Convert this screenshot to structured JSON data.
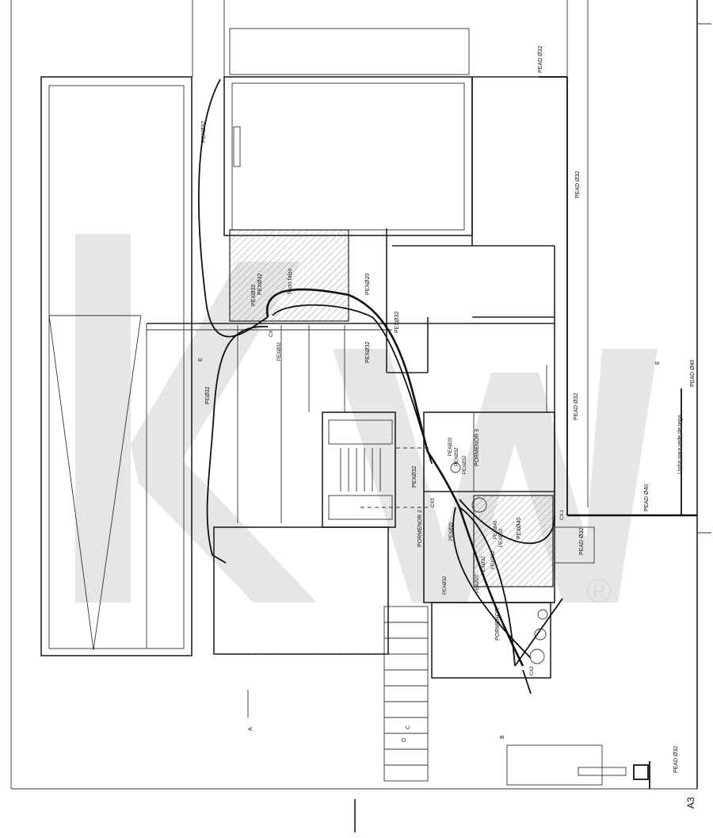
{
  "sheet": {
    "size_label": "A3"
  },
  "watermark": {
    "letters": "KW",
    "registered_mark": "®",
    "color": "#e6e6e6"
  },
  "section_markers": {
    "a": "A",
    "b": "B",
    "c": "C",
    "d": "D",
    "e_left": "E",
    "e_right": "E"
  },
  "pipe_labels": {
    "pead32_top": "PEAD Ø32",
    "pead32_right": "PEAD Ø32",
    "pead32_mid": "PEAD Ø32",
    "pead40_right": "PEAD Ø40",
    "pead40_far": "PEAD Ø40",
    "pead32_box": "PEAD Ø32",
    "pead32_bottom": "PEAD Ø32",
    "pex32_top_left": "PEXØ32",
    "pex32_room_a": "PEXØ32",
    "pex32_room_b": "PEXØ32",
    "pex32_cx": "PEXØ32",
    "pex20_center": "PEXØ20",
    "pex32_center": "PEXØ32",
    "pex32_mid": "PEXØ32",
    "pe32_left": "PEØ32",
    "pex32_lower_left": "PEXØ32",
    "pex20_p3a": "PEXØ20",
    "pex32_p3b": "PEXØ32",
    "pex32_p3c": "PEXØ32",
    "pex20_p2a": "PEXØ20",
    "pex32_p2b": "PEXØ32",
    "pex40_hatch": "PEXØ40",
    "pex40_hatch2": "PEXØ40",
    "pex32_hatch3": "PEXØ32",
    "pex20_low": "PEXØ20",
    "pex32_low": "PEXØ32",
    "pex32_low2": "PEXØ32"
  },
  "annotations": {
    "tecto_falso": "Tecto falso",
    "linha_rede_rega": "Linha para rede de rega",
    "pormenor_2": "PORMENOR 2",
    "pormenor_3": "PORMENOR 3",
    "pormenor": "PORMENOR",
    "cx_top": "CX",
    "cx1": "CX.1",
    "cx2": "CX2",
    "cx3": "CX3"
  }
}
